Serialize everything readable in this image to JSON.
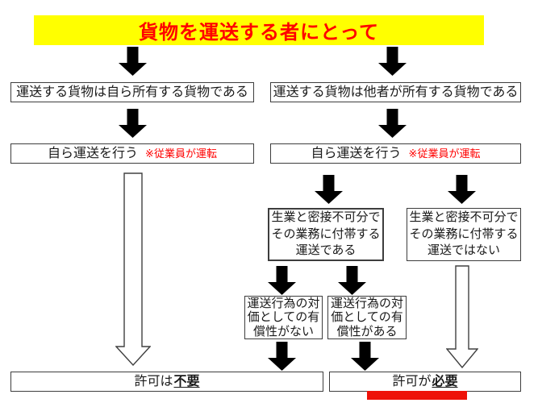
{
  "title": "貨物を運送する者にとって",
  "left": {
    "owns_cargo": "運送する貨物は自ら所有する貨物である",
    "self_transport": "自ら運送を行う",
    "note": "※従業員が運転",
    "result_prefix": "許可は",
    "result_emphasis": "不要"
  },
  "right": {
    "others_cargo": "運送する貨物は他者が所有する貨物である",
    "self_transport": "自ら運送を行う",
    "note": "※従業員が運転",
    "incidental_yes": "生業と密接不可分で\nその業務に付帯する\n運送である",
    "incidental_no": "生業と密接不可分で\nその業務に付帯する\n運送ではない",
    "no_compensation": "運送行為の対\n価としての有\n償性がない",
    "has_compensation": "運送行為の対\n価としての有\n償性がある",
    "result_prefix": "許可が",
    "result_emphasis": "必要"
  },
  "colors": {
    "title_bg": "#ffff00",
    "title_text": "#ff0000",
    "note_text": "#ff0000",
    "box_border": "#3d3d3d",
    "underline_bar": "#ee1209",
    "background": "#ffffff"
  }
}
